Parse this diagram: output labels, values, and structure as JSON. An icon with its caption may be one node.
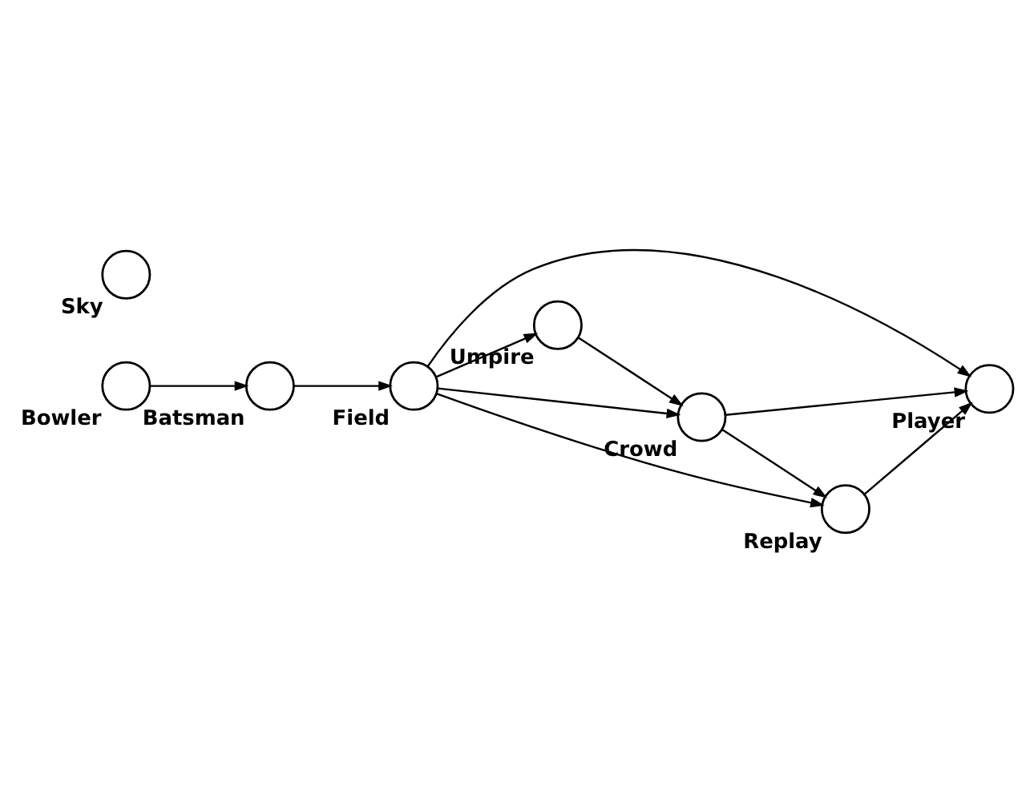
{
  "diagram": {
    "nodes": [
      {
        "text": [
          "Bowler"
        ]
      },
      {
        "text": [
          "Batsman"
        ]
      },
      {
        "text": [
          "Field"
        ]
      },
      {
        "text": [
          "Crowd"
        ]
      },
      {
        "text": [
          "Umpire"
        ]
      },
      {
        "text": [
          "Player"
        ]
      },
      {
        "text": [
          "Sky"
        ]
      },
      {
        "text": [
          "Replay"
        ]
      }
    ],
    "edges": [
      {
        "from": 0,
        "to": 1,
        "arrow": "to"
      },
      {
        "from": 1,
        "to": 2,
        "arrow": "to"
      },
      {
        "from": 2,
        "to": 3,
        "arrow": "to"
      },
      {
        "from": 4,
        "to": 3,
        "arrow": "to"
      },
      {
        "from": 2,
        "to": 4,
        "arrow": "to"
      },
      {
        "from": 2,
        "to": 5,
        "arrow": "to"
      },
      {
        "from": 2,
        "to": 7,
        "arrow": "to"
      },
      {
        "from": 3,
        "to": 7,
        "arrow": "to"
      },
      {
        "from": 3,
        "to": 5,
        "arrow": "to"
      },
      {
        "from": 7,
        "to": 5,
        "arrow": "to"
      }
    ]
  }
}
